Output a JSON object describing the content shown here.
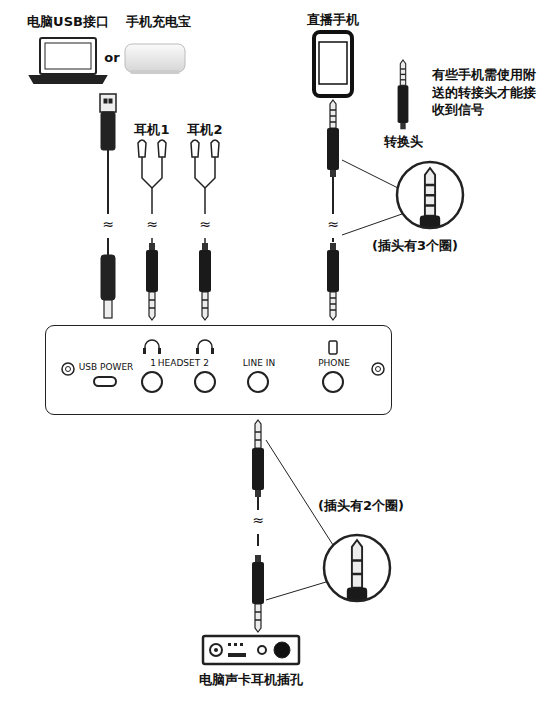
{
  "diagram": {
    "nodes": [
      {
        "text": [
          "USB POWER",
          "1",
          "HEADSET",
          "2",
          "LINE IN",
          "PHONE"
        ]
      }
    ],
    "labels": [
      "电脑USB接口",
      "or",
      "手机充电宝",
      "直播手机",
      "有些手机需使用附送的转接头才能接收到信号",
      "转换头",
      "耳机1",
      "耳机2",
      "≈",
      "≈",
      "≈",
      "≈",
      "(插头有3个圈)",
      "≈",
      "(插头有2个圈)",
      "电脑声卡耳机插孔"
    ]
  }
}
